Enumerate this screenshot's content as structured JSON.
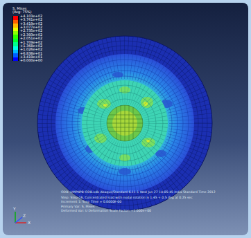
{
  "diagram": {
    "labels": [
      "S, Mises",
      "(Avg: 75%)",
      "ODB: UMPNPB-ODB.odb    Abaqus/Standard 6.11-1    Wed Jun 27 14:05:45 India Standard Time 2012",
      "Step: Step-16, Concentrated load with nodal rotation is 1.45 + 0.5 deg at 0.25 sec",
      "Increment      1: Step Time =   0.0000E-00",
      "Primary Var: S, Mises",
      "Deformed Var: U   Deformation Scale Factor: +1.000e+00",
      "Y",
      "Z",
      "X"
    ],
    "legend": [
      {
        "text": "+4.103e+02",
        "color": "#ff0000"
      },
      {
        "text": "+3.761e+02",
        "color": "#ff5d00"
      },
      {
        "text": "+3.419e+02",
        "color": "#ffb900"
      },
      {
        "text": "+3.077e+02",
        "color": "#eaff00"
      },
      {
        "text": "+2.735e+02",
        "color": "#8bff00"
      },
      {
        "text": "+2.393e+02",
        "color": "#2eff00"
      },
      {
        "text": "+2.051e+02",
        "color": "#00ff2e"
      },
      {
        "text": "+1.709e+02",
        "color": "#00ff8b"
      },
      {
        "text": "+1.368e+02",
        "color": "#00ffe8"
      },
      {
        "text": "+1.026e+02",
        "color": "#00b9ff"
      },
      {
        "text": "+6.838e+01",
        "color": "#005dff"
      },
      {
        "text": "+3.419e+01",
        "color": "#0000ff"
      },
      {
        "text": "+0.000e+00"
      }
    ]
  }
}
